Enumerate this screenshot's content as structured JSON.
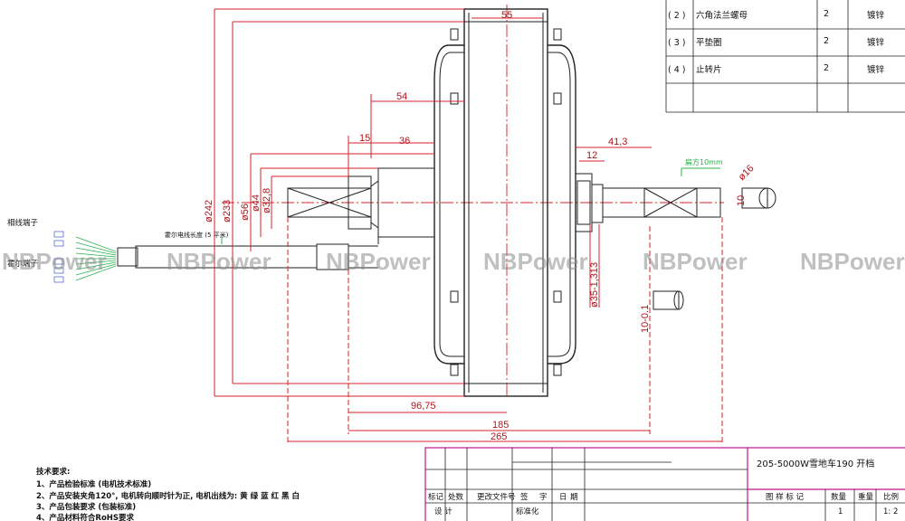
{
  "parts_table": {
    "rows": [
      {
        "no": "( 2 )",
        "name": "六角法兰螺母",
        "qty": "2",
        "finish": "镀锌"
      },
      {
        "no": "( 3 )",
        "name": "平垫圈",
        "qty": "2",
        "finish": "镀锌"
      },
      {
        "no": "( 4 )",
        "name": "止转片",
        "qty": "2",
        "finish": "镀锌"
      }
    ]
  },
  "dimensions": {
    "d55": "55",
    "d54": "54",
    "d15": "15",
    "d36": "36",
    "d41_3": "41,3",
    "d12": "12",
    "phi242": "ø242",
    "phi233": "ø233",
    "phi56": "ø56",
    "phi44": "ø44",
    "phi32_8": "ø32,8",
    "phi35": "ø35-1,313",
    "phi16": "ø16",
    "d10": "10",
    "d10_tol": "10-0.1",
    "d96_75": "96,75",
    "d185": "185",
    "d265": "265"
  },
  "callouts": {
    "cable_label": "霍尔电线长度 (5 平米)",
    "wire_label_1": "相线端子",
    "wire_label_2": "霍尔端子",
    "flat_label": "扁方10mm"
  },
  "watermark": "NBPower",
  "notes": {
    "heading": "技术要求:",
    "lines": [
      "1、产品检验标准 (电机技术标准)",
      "2、产品安装夹角120°, 电机转向顺时针为正, 电机出线为: 黄 绿 蓝 红 黑 白",
      "3、产品包装要求 (包装标准)",
      "4、产品材料符合RoHS要求"
    ]
  },
  "title_block": {
    "title": "205-5000W雪地车190 开档",
    "revision_headers": [
      "标记",
      "处数",
      "更改文件号",
      "签",
      "字",
      "日",
      "期"
    ],
    "design_label": "设  计",
    "standard_label": "标准化",
    "stage_label": "图 样 标 记",
    "qty_label": "数量",
    "weight_label": "重量",
    "scale_label": "比例",
    "qty_value": "1",
    "scale_value": "1: 2"
  }
}
